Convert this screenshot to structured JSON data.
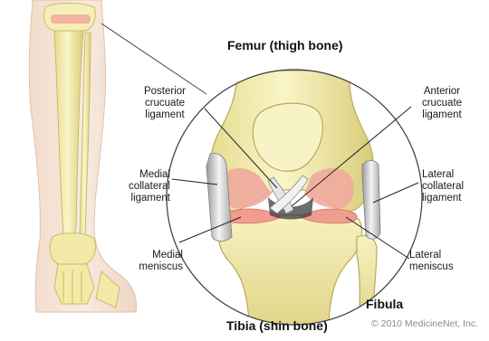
{
  "diagram": {
    "title_top": "Femur (thigh bone)",
    "title_bottom": "Tibia (shin bone)",
    "fibula": "Fibula",
    "copyright": "© 2010 MedicineNet, Inc.",
    "labels": {
      "posterior_cruciate": [
        "Posterior",
        "crucuate",
        "ligament"
      ],
      "anterior_cruciate": [
        "Anterior",
        "crucuate",
        "ligament"
      ],
      "medial_collateral": [
        "Medial",
        "collateral",
        "ligament"
      ],
      "lateral_collateral": [
        "Lateral",
        "collateral",
        "ligament"
      ],
      "medial_meniscus": [
        "Medial",
        "meniscus"
      ],
      "lateral_meniscus": [
        "Lateral",
        "meniscus"
      ]
    }
  }
}
